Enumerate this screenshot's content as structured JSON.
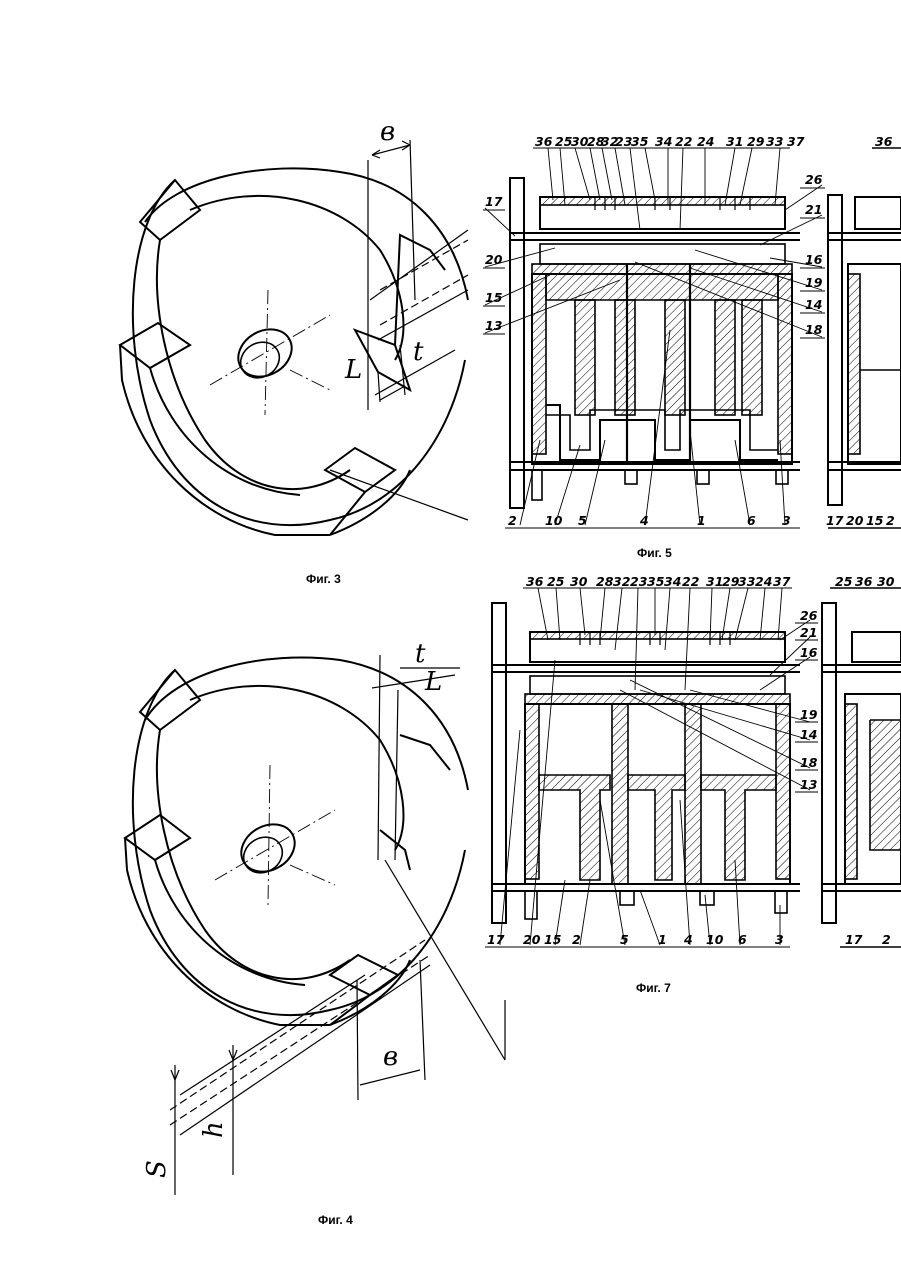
{
  "figures": {
    "fig3": {
      "caption": "Фиг. 3",
      "dims": {
        "b": "в",
        "t": "t",
        "l": "L"
      }
    },
    "fig4": {
      "caption": "Фиг. 4",
      "dims": {
        "t": "t",
        "l": "L",
        "b": "в",
        "s": "S",
        "h": "h"
      }
    },
    "fig5": {
      "caption": "Фиг. 5",
      "top_labels": [
        "36",
        "25",
        "30",
        "28",
        "32",
        "23",
        "35",
        "34",
        "22",
        "24",
        "31",
        "29",
        "33",
        "37"
      ],
      "left_labels": [
        "17",
        "20",
        "15",
        "13"
      ],
      "right_labels": [
        "26",
        "21",
        "16",
        "19",
        "14",
        "18"
      ],
      "bottom_labels": [
        "2",
        "10",
        "5",
        "4",
        "1",
        "6",
        "3"
      ],
      "side_top_label": "36",
      "side_bottom_labels": [
        "17",
        "20",
        "15",
        "2"
      ]
    },
    "fig7": {
      "caption": "Фиг. 7",
      "top_labels": [
        "36",
        "25",
        "30",
        "28",
        "32",
        "23",
        "35",
        "34",
        "22",
        "31",
        "29",
        "33",
        "24",
        "37"
      ],
      "right_labels": [
        "26",
        "21",
        "16",
        "19",
        "14",
        "18",
        "13"
      ],
      "bottom_labels": [
        "17",
        "20",
        "15",
        "2",
        "5",
        "1",
        "4",
        "10",
        "6",
        "3"
      ],
      "side_top_labels": [
        "25",
        "36",
        "30"
      ],
      "side_bottom_labels": [
        "17",
        "2"
      ]
    }
  }
}
